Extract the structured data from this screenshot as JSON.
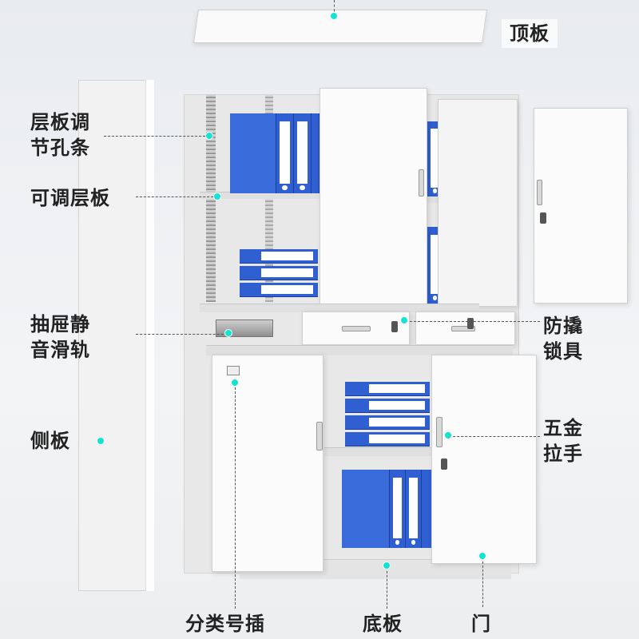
{
  "labels": {
    "top_panel": "顶板",
    "shelf_hole_strip": "层板调\n节孔条",
    "adjustable_shelf": "可调层板",
    "drawer_rail": "抽屉静\n音滑轨",
    "side_panel": "侧板",
    "anti_pry_lock": "防撬\n锁具",
    "hardware_handle": "五金\n拉手",
    "category_slot": "分类号插",
    "bottom_panel": "底板",
    "door": "门"
  },
  "colors": {
    "accent_dot": "#14e3d2",
    "binder_blue": "#2f5fd0",
    "panel_white": "#f7f7f7"
  }
}
